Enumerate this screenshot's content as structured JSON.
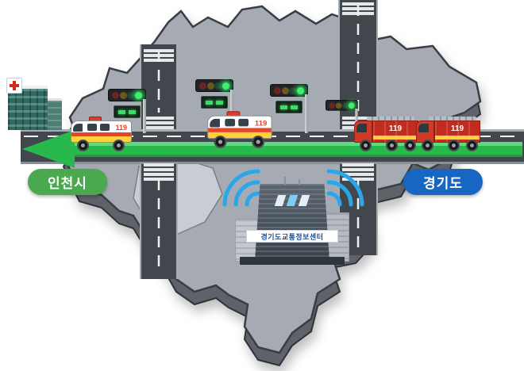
{
  "labels": {
    "incheon": "인천시",
    "gyeonggi": "경기도",
    "center_name": "경기도교통정보센터"
  },
  "vehicles": [
    {
      "type": "ambulance",
      "label": "119"
    },
    {
      "type": "ambulance",
      "label": "119"
    },
    {
      "type": "fire-truck",
      "label": "119"
    },
    {
      "type": "fire-truck",
      "label": "119"
    }
  ],
  "colors": {
    "map_top": "#a6abb3",
    "map_side": "#5e6269",
    "seoul_area": "#c9cdd3",
    "road": "#42474d",
    "green_wave": "#27b94d",
    "incheon_badge": "#4aa94f",
    "gyeonggi_badge": "#1766c2",
    "signal_green": "#3ff06e",
    "wifi_wave": "#2aa7e8",
    "ambulance_yellow": "#ffd23d",
    "fire_truck_red": "#c12c1e",
    "hospital_teal": "#2f6b61"
  }
}
